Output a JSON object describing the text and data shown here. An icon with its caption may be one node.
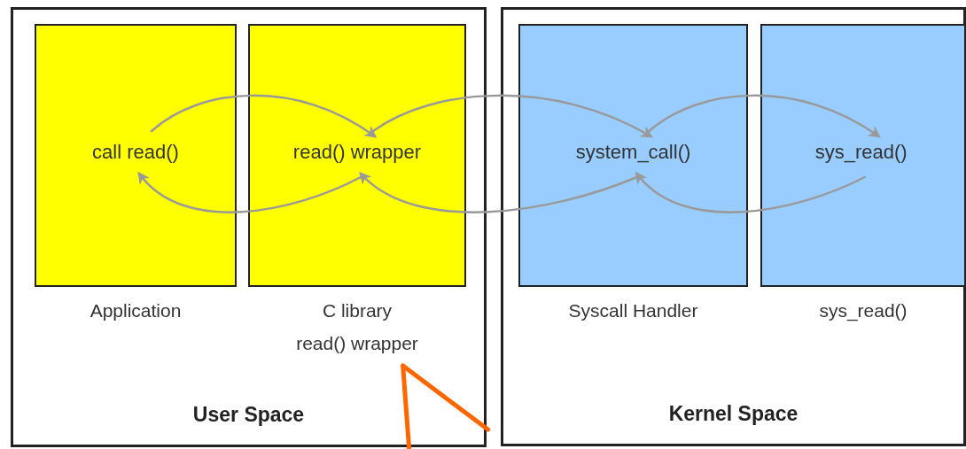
{
  "diagram": {
    "nodes": [
      {
        "text": [
          "User Space"
        ]
      },
      {
        "text": [
          "call read()"
        ],
        "in": 0,
        "beside": [
          "Application"
        ]
      },
      {
        "text": [
          "read() wrapper"
        ],
        "in": 0,
        "beside": [
          "C library",
          "read() wrapper"
        ]
      },
      {
        "text": [
          "Kernel Space"
        ]
      },
      {
        "text": [
          "system_call()"
        ],
        "in": 3,
        "beside": [
          "Syscall Handler"
        ]
      },
      {
        "text": [
          "sys_read()"
        ],
        "in": 3,
        "beside": [
          "sys_read()"
        ]
      }
    ],
    "edges": [
      {
        "from": 1,
        "to": 2,
        "arrow": "to"
      },
      {
        "from": 2,
        "to": 4,
        "arrow": "to"
      },
      {
        "from": 4,
        "to": 5,
        "arrow": "to"
      },
      {
        "from": 5,
        "to": 4,
        "arrow": "to"
      },
      {
        "from": 4,
        "to": 2,
        "arrow": "to"
      },
      {
        "from": 2,
        "to": 1,
        "arrow": "to"
      },
      {
        "from": null,
        "to": 2,
        "arrow": "none",
        "style": "thick",
        "color": "#ff6600"
      },
      {
        "from": null,
        "to": 2,
        "arrow": "none",
        "style": "thick",
        "color": "#ff6600"
      }
    ]
  }
}
